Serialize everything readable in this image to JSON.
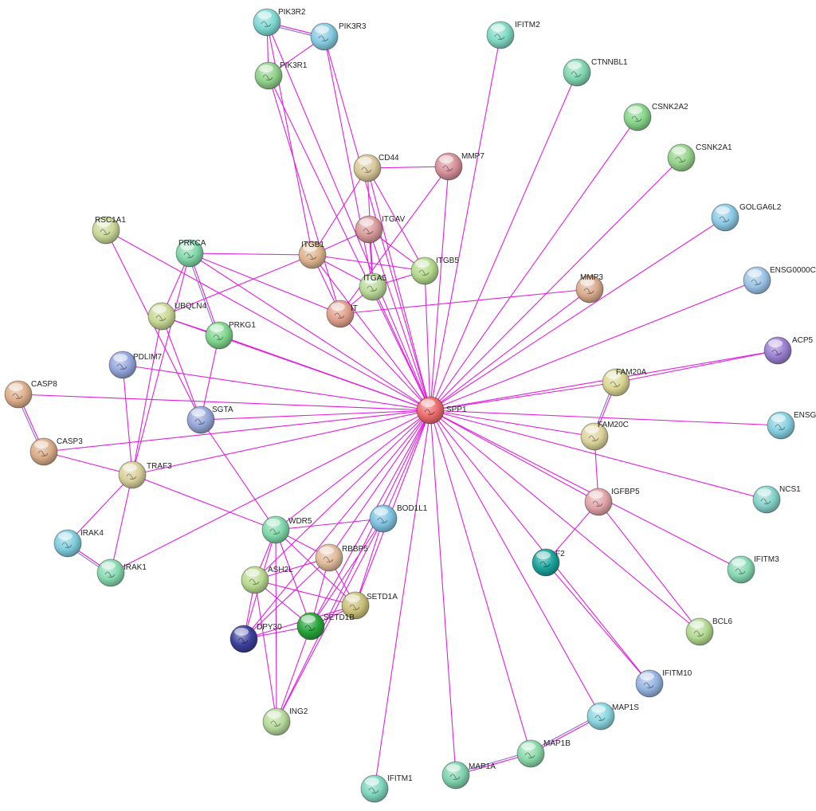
{
  "colors": {
    "edge": "#e21fe0",
    "edge_multi": "#8a6fd8"
  },
  "nodes": [
    {
      "id": "PIK3R2",
      "label": "PIK3R2",
      "color": "#7fd9d3"
    },
    {
      "id": "PIK3R3",
      "label": "PIK3R3",
      "color": "#86cbe0"
    },
    {
      "id": "PIK3R1",
      "label": "PIK3R1",
      "color": "#8fd08a"
    },
    {
      "id": "IFITM2",
      "label": "IFITM2",
      "color": "#7fd9c3"
    },
    {
      "id": "CTNNBL1",
      "label": "CTNNBL1",
      "color": "#7fd6b0"
    },
    {
      "id": "CSNK2A2",
      "label": "CSNK2A2",
      "color": "#86d48a"
    },
    {
      "id": "CSNK2A1",
      "label": "CSNK2A1",
      "color": "#96d38c"
    },
    {
      "id": "CD44",
      "label": "CD44",
      "color": "#d8c79a"
    },
    {
      "id": "MMP7",
      "label": "MMP7",
      "color": "#d7909a"
    },
    {
      "id": "GOLGA6L2",
      "label": "GOLGA6L2",
      "color": "#8cc9e5"
    },
    {
      "id": "RSC1A1",
      "label": "RSC1A1",
      "color": "#c9d897"
    },
    {
      "id": "PRKCA",
      "label": "PRKCA",
      "color": "#7fd6a8"
    },
    {
      "id": "ITGAV",
      "label": "ITGAV",
      "color": "#d89a9a"
    },
    {
      "id": "ITGB1",
      "label": "ITGB1",
      "color": "#dcb48e"
    },
    {
      "id": "ITGB5",
      "label": "ITGB5",
      "color": "#b3d98c"
    },
    {
      "id": "ITGA5",
      "label": "ITGA5",
      "color": "#b9d99a"
    },
    {
      "id": "IT",
      "label": "IT",
      "color": "#e0a08c"
    },
    {
      "id": "ENSG0000",
      "label": "ENSG0000C",
      "color": "#9cc4e6"
    },
    {
      "id": "MMP3",
      "label": "MMP3",
      "color": "#d8ab8c"
    },
    {
      "id": "UBQLN4",
      "label": "UBQLN4",
      "color": "#c7d893"
    },
    {
      "id": "PRKG1",
      "label": "PRKG1",
      "color": "#7fd68e"
    },
    {
      "id": "ACP5",
      "label": "ACP5",
      "color": "#9b7fd1"
    },
    {
      "id": "PDLIM7",
      "label": "PDLIM7",
      "color": "#94a5db"
    },
    {
      "id": "FAM20A",
      "label": "FAM20A",
      "color": "#d9d693"
    },
    {
      "id": "CASP8",
      "label": "CASP8",
      "color": "#dcae8a"
    },
    {
      "id": "SPP1",
      "label": "SPP1",
      "color": "#ec6b6b"
    },
    {
      "id": "SGTA",
      "label": "SGTA",
      "color": "#96a6d8"
    },
    {
      "id": "ENSG_B",
      "label": "ENSG",
      "color": "#86cfe0"
    },
    {
      "id": "FAM20C",
      "label": "FAM20C",
      "color": "#dcd39b"
    },
    {
      "id": "CASP3",
      "label": "CASP3",
      "color": "#d9ab86"
    },
    {
      "id": "TRAF3",
      "label": "TRAF3",
      "color": "#d8cf9a"
    },
    {
      "id": "IGFBP5",
      "label": "IGFBP5",
      "color": "#e0a4a8"
    },
    {
      "id": "NCS1",
      "label": "NCS1",
      "color": "#86d3c9"
    },
    {
      "id": "BOD1L1",
      "label": "BOD1L1",
      "color": "#7fc3e2"
    },
    {
      "id": "WDR5",
      "label": "WDR5",
      "color": "#7fd8a9"
    },
    {
      "id": "IRAK4",
      "label": "IRAK4",
      "color": "#7fcddd"
    },
    {
      "id": "RBBP5",
      "label": "RBBP5",
      "color": "#e0bb9b"
    },
    {
      "id": "F2",
      "label": "F2",
      "color": "#1aa39a"
    },
    {
      "id": "IFITM3",
      "label": "IFITM3",
      "color": "#86d9b4"
    },
    {
      "id": "ASH2L",
      "label": "ASH2L",
      "color": "#b9d98f"
    },
    {
      "id": "IRAK1",
      "label": "IRAK1",
      "color": "#86d9b0"
    },
    {
      "id": "SETD1A",
      "label": "SETD1A",
      "color": "#c9c079"
    },
    {
      "id": "DPY30",
      "label": "DPY30",
      "color": "#3b3f99"
    },
    {
      "id": "SETD1B",
      "label": "SETD1B",
      "color": "#27a43b"
    },
    {
      "id": "BCL6",
      "label": "BCL6",
      "color": "#b2d98f"
    },
    {
      "id": "IFITM10",
      "label": "IFITM10",
      "color": "#94b3e0"
    },
    {
      "id": "ING2",
      "label": "ING2",
      "color": "#b5d99a"
    },
    {
      "id": "MAP1S",
      "label": "MAP1S",
      "color": "#8ad6e0"
    },
    {
      "id": "MAP1B",
      "label": "MAP1B",
      "color": "#8ad9a9"
    },
    {
      "id": "MAP1A",
      "label": "MAP1A",
      "color": "#7fd3ae"
    },
    {
      "id": "IFITM1",
      "label": "IFITM1",
      "color": "#7fd6bd"
    }
  ],
  "edges": [
    [
      "SPP1",
      "IFITM2"
    ],
    [
      "SPP1",
      "CTNNBL1"
    ],
    [
      "SPP1",
      "CSNK2A2"
    ],
    [
      "SPP1",
      "CSNK2A1"
    ],
    [
      "SPP1",
      "GOLGA6L2"
    ],
    [
      "SPP1",
      "ENSG0000"
    ],
    [
      "SPP1",
      "ACP5"
    ],
    [
      "SPP1",
      "MMP3"
    ],
    [
      "SPP1",
      "FAM20A"
    ],
    [
      "SPP1",
      "ENSG_B"
    ],
    [
      "SPP1",
      "FAM20C"
    ],
    [
      "SPP1",
      "NCS1"
    ],
    [
      "SPP1",
      "IGFBP5"
    ],
    [
      "SPP1",
      "IFITM3"
    ],
    [
      "SPP1",
      "BCL6"
    ],
    [
      "SPP1",
      "IFITM10"
    ],
    [
      "SPP1",
      "MAP1S"
    ],
    [
      "SPP1",
      "MAP1B"
    ],
    [
      "SPP1",
      "MAP1A"
    ],
    [
      "SPP1",
      "IFITM1"
    ],
    [
      "SPP1",
      "ING2"
    ],
    [
      "SPP1",
      "SETD1A"
    ],
    [
      "SPP1",
      "SETD1B"
    ],
    [
      "SPP1",
      "DPY30"
    ],
    [
      "SPP1",
      "ASH2L"
    ],
    [
      "SPP1",
      "RBBP5"
    ],
    [
      "SPP1",
      "WDR5"
    ],
    [
      "SPP1",
      "BOD1L1"
    ],
    [
      "SPP1",
      "IRAK1"
    ],
    [
      "SPP1",
      "TRAF3"
    ],
    [
      "SPP1",
      "CASP3"
    ],
    [
      "SPP1",
      "CASP8"
    ],
    [
      "SPP1",
      "SGTA"
    ],
    [
      "SPP1",
      "PDLIM7"
    ],
    [
      "SPP1",
      "PRKG1"
    ],
    [
      "SPP1",
      "UBQLN4"
    ],
    [
      "SPP1",
      "PRKCA"
    ],
    [
      "SPP1",
      "RSC1A1"
    ],
    [
      "SPP1",
      "ITGB1"
    ],
    [
      "SPP1",
      "ITGAV"
    ],
    [
      "SPP1",
      "ITGB5"
    ],
    [
      "SPP1",
      "ITGA5"
    ],
    [
      "SPP1",
      "IT"
    ],
    [
      "SPP1",
      "CD44"
    ],
    [
      "SPP1",
      "MMP7"
    ],
    [
      "SPP1",
      "PIK3R1"
    ],
    [
      "SPP1",
      "PIK3R2"
    ],
    [
      "SPP1",
      "PIK3R3"
    ],
    [
      "PIK3R2",
      "PIK3R1"
    ],
    [
      "PIK3R2",
      "PIK3R3"
    ],
    [
      "PIK3R3",
      "PIK3R1"
    ],
    [
      "PIK3R1",
      "IT"
    ],
    [
      "PIK3R3",
      "ITGA5"
    ],
    [
      "PIK3R2",
      "ITGB1"
    ],
    [
      "CD44",
      "MMP7"
    ],
    [
      "CD44",
      "ITGB1"
    ],
    [
      "CD44",
      "ITGA5"
    ],
    [
      "CD44",
      "ITGB5"
    ],
    [
      "ITGB1",
      "ITGAV"
    ],
    [
      "ITGB1",
      "ITGA5"
    ],
    [
      "ITGB1",
      "ITGB5"
    ],
    [
      "ITGB1",
      "IT"
    ],
    [
      "ITGB1",
      "PRKCA"
    ],
    [
      "ITGB1",
      "UBQLN4"
    ],
    [
      "ITGAV",
      "ITGB5"
    ],
    [
      "ITGAV",
      "ITGA5"
    ],
    [
      "ITGA5",
      "ITGB5"
    ],
    [
      "IT",
      "ITGA5"
    ],
    [
      "MMP7",
      "IT"
    ],
    [
      "PRKCA",
      "PRKG1"
    ],
    [
      "PRKCA",
      "UBQLN4"
    ],
    [
      "PRKCA",
      "TRAF3"
    ],
    [
      "PRKCA",
      "IT"
    ],
    [
      "RSC1A1",
      "SGTA"
    ],
    [
      "UBQLN4",
      "SGTA"
    ],
    [
      "UBQLN4",
      "TRAF3"
    ],
    [
      "UBQLN4",
      "PRKG1"
    ],
    [
      "PRKG1",
      "SGTA"
    ],
    [
      "PDLIM7",
      "TRAF3"
    ],
    [
      "SGTA",
      "WDR5"
    ],
    [
      "CASP8",
      "CASP3"
    ],
    [
      "CASP3",
      "TRAF3"
    ],
    [
      "TRAF3",
      "IRAK4"
    ],
    [
      "TRAF3",
      "IRAK1"
    ],
    [
      "TRAF3",
      "WDR5"
    ],
    [
      "IRAK4",
      "IRAK1"
    ],
    [
      "WDR5",
      "BOD1L1"
    ],
    [
      "WDR5",
      "RBBP5"
    ],
    [
      "WDR5",
      "ASH2L"
    ],
    [
      "WDR5",
      "SETD1A"
    ],
    [
      "WDR5",
      "SETD1B"
    ],
    [
      "WDR5",
      "DPY30"
    ],
    [
      "WDR5",
      "ING2"
    ],
    [
      "RBBP5",
      "ASH2L"
    ],
    [
      "RBBP5",
      "SETD1A"
    ],
    [
      "RBBP5",
      "SETD1B"
    ],
    [
      "RBBP5",
      "DPY30"
    ],
    [
      "ASH2L",
      "SETD1A"
    ],
    [
      "ASH2L",
      "SETD1B"
    ],
    [
      "ASH2L",
      "DPY30"
    ],
    [
      "ASH2L",
      "ING2"
    ],
    [
      "SETD1A",
      "SETD1B"
    ],
    [
      "SETD1A",
      "DPY30"
    ],
    [
      "SETD1B",
      "DPY30"
    ],
    [
      "SETD1B",
      "ING2"
    ],
    [
      "BOD1L1",
      "SETD1A"
    ],
    [
      "BOD1L1",
      "SETD1B"
    ],
    [
      "BOD1L1",
      "ING2"
    ],
    [
      "FAM20A",
      "FAM20C"
    ],
    [
      "FAM20A",
      "ACP5"
    ],
    [
      "FAM20C",
      "IGFBP5"
    ],
    [
      "IGFBP5",
      "F2"
    ],
    [
      "IGFBP5",
      "BCL6"
    ],
    [
      "F2",
      "IFITM10"
    ],
    [
      "MAP1S",
      "MAP1B"
    ],
    [
      "MAP1B",
      "MAP1A"
    ],
    [
      "MMP3",
      "IT"
    ]
  ],
  "multi_edges": [
    [
      "PIK3R2",
      "PIK3R3"
    ],
    [
      "CSNK2A2",
      "CSNK2A1"
    ],
    [
      "PRKCA",
      "PRKG1"
    ],
    [
      "CASP8",
      "CASP3"
    ],
    [
      "FAM20A",
      "FAM20C"
    ],
    [
      "IRAK4",
      "IRAK1"
    ],
    [
      "MAP1S",
      "MAP1B"
    ],
    [
      "MAP1B",
      "MAP1A"
    ]
  ]
}
